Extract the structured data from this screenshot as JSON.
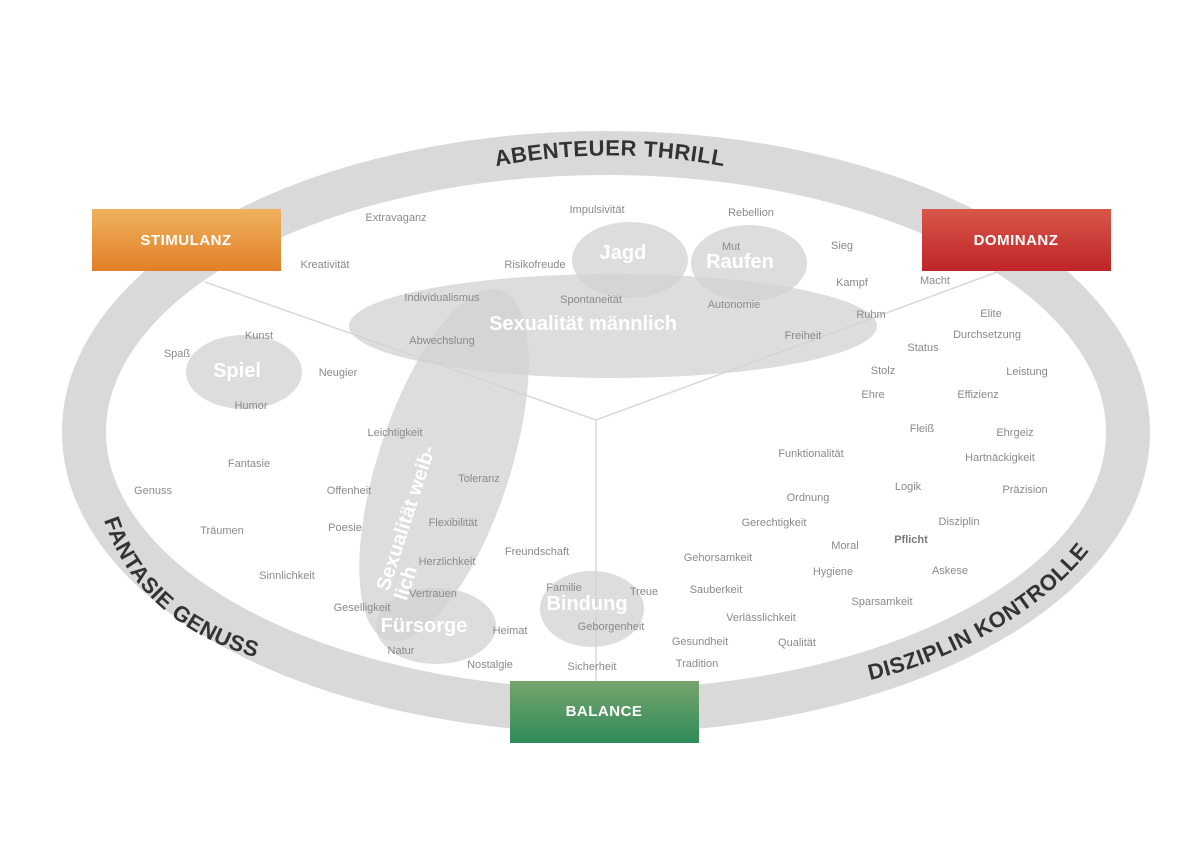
{
  "colors": {
    "ring": "#d9d9d9",
    "bubble": "#d2d2d2",
    "stimulanz": "#e8902f",
    "dominanz": "#c6302e",
    "balance": "#3f8f5d",
    "word": "#8a8a8a"
  },
  "ring_labels": {
    "top": "ABENTEUER THRILL",
    "left": "FANTASIE GENUSS",
    "right": "DISZIPLIN KONTROLLE"
  },
  "boxes": {
    "stimulanz": "STIMULANZ",
    "dominanz": "DOMINANZ",
    "balance": "BALANCE"
  },
  "clusters": {
    "jagd": "Jagd",
    "raufen": "Raufen",
    "sexualitaet_maennlich": "Sexualität männlich",
    "spiel": "Spiel",
    "sexualitaet_weiblich_1": "Sexualität weib-",
    "sexualitaet_weiblich_2": "lich",
    "fuersorge": "Fürsorge",
    "bindung": "Bindung"
  },
  "words": {
    "impulsivitaet": "Impulsivität",
    "rebellion": "Rebellion",
    "extravaganz": "Extravaganz",
    "mut": "Mut",
    "sieg": "Sieg",
    "kreativitaet": "Kreativität",
    "risikofreude": "Risikofreude",
    "kampf": "Kampf",
    "macht": "Macht",
    "individualismus": "Individualismus",
    "spontaneitaet": "Spontaneität",
    "autonomie": "Autonomie",
    "ruhm": "Ruhm",
    "elite": "Elite",
    "abwechslung": "Abwechslung",
    "freiheit": "Freiheit",
    "durchsetzung": "Durchsetzung",
    "kunst": "Kunst",
    "status": "Status",
    "spass": "Spaß",
    "neugier": "Neugier",
    "stolz": "Stolz",
    "leistung": "Leistung",
    "ehre": "Ehre",
    "effizienz": "Effizienz",
    "humor": "Humor",
    "fleiss": "Fleiß",
    "leichtigkeit": "Leichtigkeit",
    "ehrgeiz": "Ehrgeiz",
    "funktionalitaet": "Funktionalität",
    "hartnaeckigkeit": "Hartnäckigkeit",
    "fantasie": "Fantasie",
    "toleranz": "Toleranz",
    "logik": "Logik",
    "genuss": "Genuss",
    "offenheit": "Offenheit",
    "praezision": "Präzision",
    "ordnung": "Ordnung",
    "gerechtigkeit": "Gerechtigkeit",
    "flexibilitaet": "Flexibilität",
    "disziplin": "Disziplin",
    "traeumen": "Träumen",
    "poesie": "Poesie",
    "moral": "Moral",
    "pflicht": "Pflicht",
    "freundschaft": "Freundschaft",
    "gehorsamkeit": "Gehorsamkeit",
    "herzlichkeit": "Herzlichkeit",
    "hygiene": "Hygiene",
    "askese": "Askese",
    "sinnlichkeit": "Sinnlichkeit",
    "familie": "Familie",
    "treue": "Treue",
    "sauberkeit": "Sauberkeit",
    "vertrauen": "Vertrauen",
    "sparsamkeit": "Sparsamkeit",
    "geselligkeit": "Geselligkeit",
    "verlaesslichkeit": "Verlässlichkeit",
    "geborgenheit": "Geborgenheit",
    "heimat": "Heimat",
    "gesundheit": "Gesundheit",
    "qualitaet": "Qualität",
    "natur": "Natur",
    "tradition": "Tradition",
    "nostalgie": "Nostalgie",
    "sicherheit": "Sicherheit"
  }
}
